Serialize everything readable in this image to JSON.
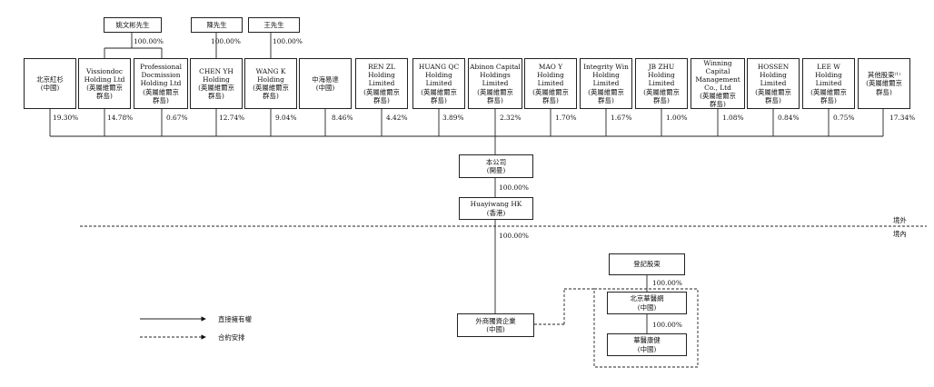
{
  "persons": [
    {
      "name": "姚文彬先生",
      "pct": "100.00%"
    },
    {
      "name": "陳先生",
      "pct": "100.00%"
    },
    {
      "name": "王先生",
      "pct": "100.00%"
    }
  ],
  "shareholders": [
    {
      "name": "北京紅杉\n(中國)",
      "pct": "19.30%"
    },
    {
      "name": "Vissiondoc\nHolding Ltd\n(英屬維爾京\n群島)",
      "pct": "14.78%"
    },
    {
      "name": "Professional\nDocmission\nHolding Ltd\n(英屬維爾京\n群島)",
      "pct": "0.67%"
    },
    {
      "name": "CHEN YH\nHolding\n(英屬維爾京\n群島)",
      "pct": "12.74%"
    },
    {
      "name": "WANG K\nHolding\n(英屬維爾京\n群島)",
      "pct": "9.04%"
    },
    {
      "name": "中海易達\n(中國)",
      "pct": "8.46%"
    },
    {
      "name": "REN ZL\nHolding\nLimited\n(英屬維爾京\n群島)",
      "pct": "4.42%"
    },
    {
      "name": "HUANG QC\nHolding\nLimited\n(英屬維爾京\n群島)",
      "pct": "3.89%"
    },
    {
      "name": "Abinon Capital\nHoldings\nLimited\n(英屬維爾京\n群島)",
      "pct": "2.32%"
    },
    {
      "name": "MAO Y\nHolding\nLimited\n(英屬維爾京\n群島)",
      "pct": "1.70%"
    },
    {
      "name": "Integrity Win\nHolding\nLimited\n(英屬維爾京\n群島)",
      "pct": "1.67%"
    },
    {
      "name": "JB ZHU\nHolding\nLimited\n(英屬維爾京\n群島)",
      "pct": "1.00%"
    },
    {
      "name": "Winning Capital\nManagement\nCo., Ltd\n(英屬維爾京\n群島)",
      "pct": "1.08%"
    },
    {
      "name": "HOSSEN\nHolding\nLimited\n(英屬維爾京\n群島)",
      "pct": "0.84%"
    },
    {
      "name": "LEE W\nHolding\nLimited\n(英屬維爾京\n群島)",
      "pct": "0.75%"
    },
    {
      "name": "其他股東⁽¹⁾\n(英屬維爾京\n群島)",
      "pct": "17.34%"
    }
  ],
  "company": {
    "name": "本公司\n(開曼)",
    "pct": "100.00%"
  },
  "hk": {
    "name": "Huayiwang HK\n(香港)",
    "pct": "100.00%"
  },
  "boundary": {
    "offshore": "境外",
    "onshore": "境內"
  },
  "wfoe": {
    "name": "外商獨資企業\n(中國)"
  },
  "registered": {
    "name": "登記股東",
    "pct": "100.00%"
  },
  "bj": {
    "name": "北京華醫網\n(中國)",
    "pct": "100.00%"
  },
  "hyk": {
    "name": "華醫康健\n(中國)"
  },
  "legend": {
    "direct": "直接擁有權",
    "contract": "合約安排"
  }
}
